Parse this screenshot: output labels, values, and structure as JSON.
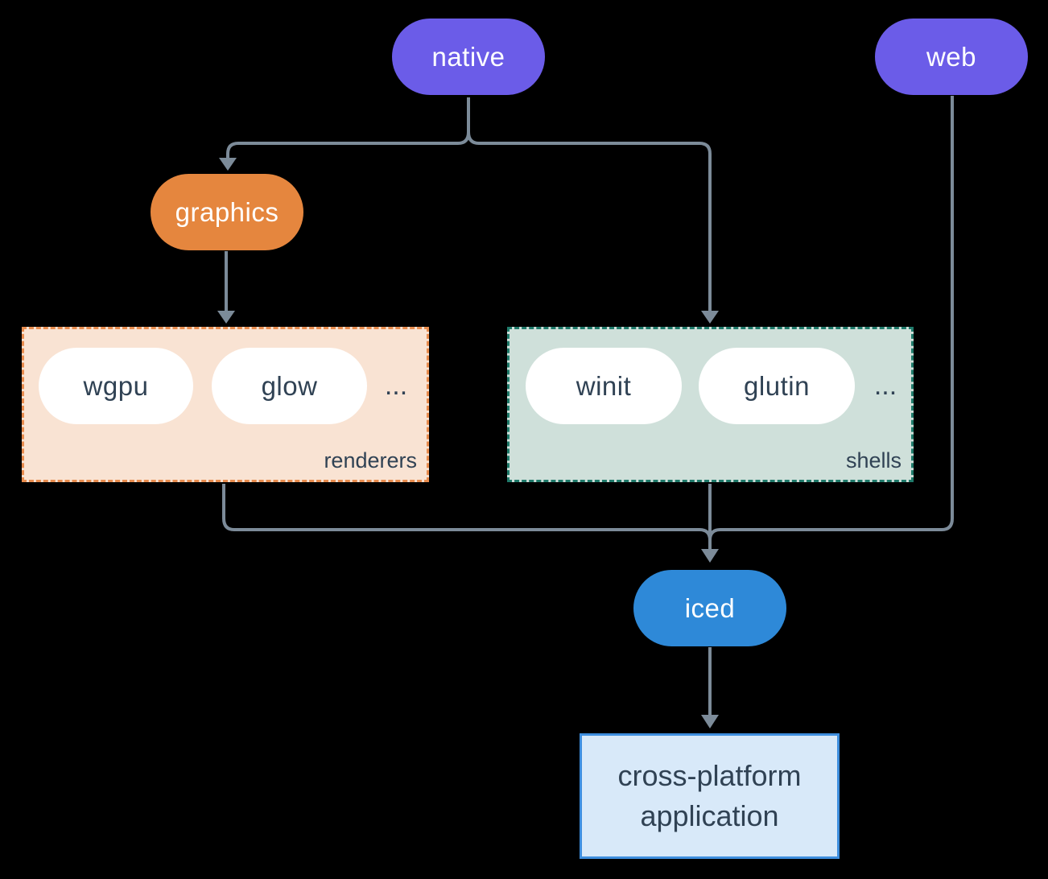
{
  "canvas": {
    "background": "#000000",
    "edge_color": "#7c8b99"
  },
  "nodes": {
    "native": {
      "label": "native",
      "color": "#6b5ce8"
    },
    "web": {
      "label": "web",
      "color": "#6b5ce8"
    },
    "graphics": {
      "label": "graphics",
      "color": "#e5863e"
    },
    "iced": {
      "label": "iced",
      "color": "#2e89d8"
    },
    "application": {
      "line1": "cross-platform",
      "line2": "application",
      "fill": "#d8e9f9",
      "border": "#3e8ede"
    }
  },
  "groups": {
    "renderers": {
      "label": "renderers",
      "items": [
        {
          "label": "wgpu"
        },
        {
          "label": "glow"
        }
      ],
      "ellipsis": "...",
      "fill": "#f9e3d3",
      "border": "#e88c4e"
    },
    "shells": {
      "label": "shells",
      "items": [
        {
          "label": "winit"
        },
        {
          "label": "glutin"
        }
      ],
      "ellipsis": "...",
      "fill": "#cfe0da",
      "border": "#1f7a6a"
    }
  }
}
